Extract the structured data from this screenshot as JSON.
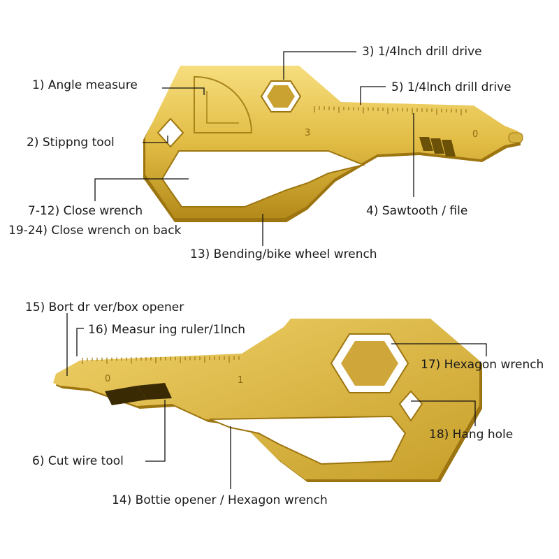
{
  "colors": {
    "gold_light": "#f3d770",
    "gold_mid": "#d9b43c",
    "gold_dark": "#a17c12",
    "leader_line": "#111111",
    "label_text": "#1a1a1a"
  },
  "top_tool": {
    "labels": {
      "angle_measure": "1) Angle measure",
      "stripping_tool": "2) Stippng tool",
      "drill_drive_3": "3) 1/4lnch drill drive",
      "sawtooth_file": "4) Sawtooth / file",
      "drill_drive_5": "5) 1/4lnch drill drive",
      "close_wrench": "7-12) Close wrench",
      "close_wrench_back": "19-24) Close wrench on back",
      "bending_wrench": "13) Bending/bike wheel wrench"
    },
    "engraving": {
      "ruler_mark_3": "3",
      "ruler_mark_0": "0"
    }
  },
  "bottom_tool": {
    "labels": {
      "box_opener": "15) Bort dr ver/box opener",
      "measuring_ruler": "16) Measur ing ruler/1lnch",
      "hexagon_wrench": "17) Hexagon wrench",
      "hang_hole": "18) Hang hole",
      "cut_wire": "6) Cut wire tool",
      "bottle_opener": "14) Bottie opener / Hexagon wrench"
    },
    "engraving": {
      "ruler_mark_0": "0",
      "ruler_mark_1": "1"
    }
  }
}
